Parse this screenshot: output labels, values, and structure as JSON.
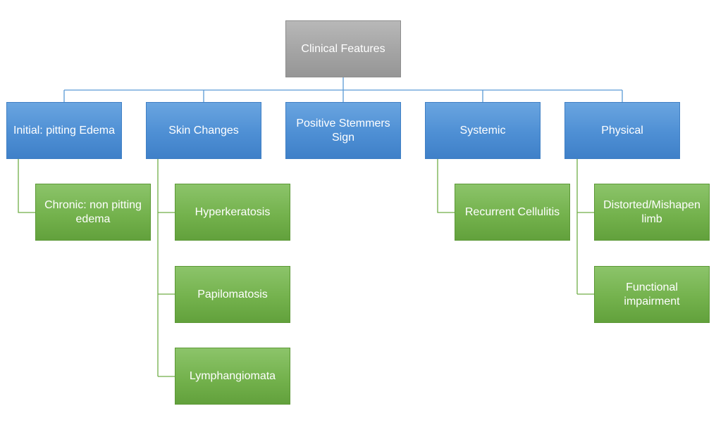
{
  "root": {
    "label": "Clinical Features"
  },
  "categories": [
    {
      "label": "Initial: pitting Edema",
      "children": [
        "Chronic: non pitting edema"
      ]
    },
    {
      "label": "Skin Changes",
      "children": [
        "Hyperkeratosis",
        "Papilomatosis",
        "Lymphangiomata"
      ]
    },
    {
      "label": "Positive Stemmers Sign",
      "children": []
    },
    {
      "label": "Systemic",
      "children": [
        "Recurrent Cellulitis"
      ]
    },
    {
      "label": "Physical",
      "children": [
        "Distorted/Mishapen limb",
        "Functional impairment"
      ]
    }
  ],
  "colors": {
    "root_fill": "#a4a4a4",
    "category_fill": "#4e8fd4",
    "leaf_fill": "#74b24d",
    "category_connector": "#5b9bd5",
    "leaf_connector": "#70ad47"
  }
}
